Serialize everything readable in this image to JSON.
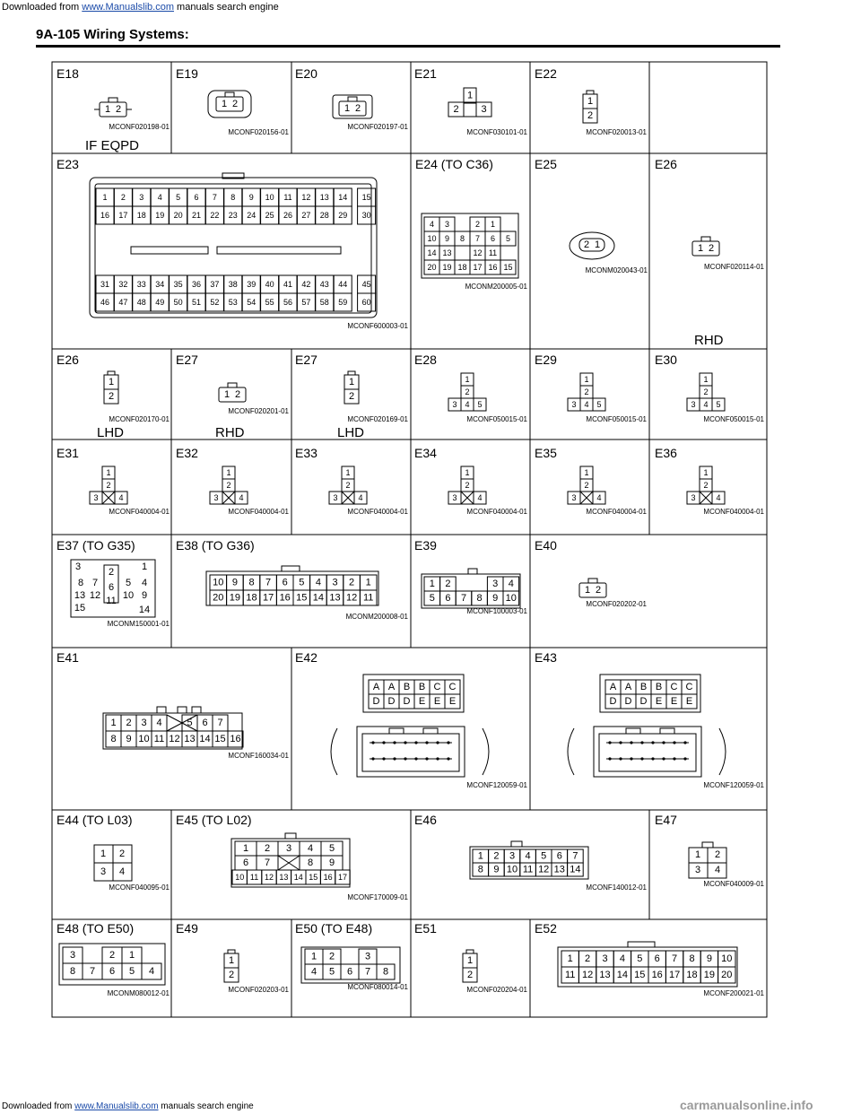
{
  "banner": {
    "prefix": "Downloaded from ",
    "link": "www.Manualslib.com",
    "suffix": " manuals search engine"
  },
  "header": {
    "title": "9A-105   Wiring Systems:"
  },
  "connectors": {
    "E18": {
      "label": "E18",
      "code": "MCONF020198-01",
      "note": "IF EQPD",
      "pins": [
        "1",
        "2"
      ]
    },
    "E19": {
      "label": "E19",
      "code": "MCONF020156-01",
      "pins": [
        "1",
        "2"
      ]
    },
    "E20": {
      "label": "E20",
      "code": "MCONF020197-01",
      "pins": [
        "1",
        "2"
      ]
    },
    "E21": {
      "label": "E21",
      "code": "MCONF030101-01",
      "pins": [
        "1",
        "2",
        "3"
      ]
    },
    "E22": {
      "label": "E22",
      "code": "MCONF020013-01",
      "pins": [
        "1",
        "2"
      ]
    },
    "E23": {
      "label": "E23",
      "code": "MCONF600003-01",
      "rows": [
        [
          "1",
          "2",
          "3",
          "4",
          "5",
          "6",
          "7",
          "8",
          "9",
          "10",
          "11",
          "12",
          "13",
          "14",
          "15"
        ],
        [
          "16",
          "17",
          "18",
          "19",
          "20",
          "21",
          "22",
          "23",
          "24",
          "25",
          "26",
          "27",
          "28",
          "29",
          "30"
        ],
        [
          "31",
          "32",
          "33",
          "34",
          "35",
          "36",
          "37",
          "38",
          "39",
          "40",
          "41",
          "42",
          "43",
          "44",
          "45"
        ],
        [
          "46",
          "47",
          "48",
          "49",
          "50",
          "51",
          "52",
          "53",
          "54",
          "55",
          "56",
          "57",
          "58",
          "59",
          "60"
        ]
      ]
    },
    "E24": {
      "label": "E24 (TO C36)",
      "code": "MCONM200005-01",
      "rows": [
        [
          "4",
          "3",
          "",
          "2",
          "1"
        ],
        [
          "10",
          "9",
          "8",
          "7",
          "6",
          "5"
        ],
        [
          "14",
          "13",
          "",
          "12",
          "11"
        ],
        [
          "20",
          "19",
          "18",
          "17",
          "16",
          "15"
        ]
      ]
    },
    "E25": {
      "label": "E25",
      "code": "MCONM020043-01",
      "pins": [
        "2",
        "1"
      ]
    },
    "E26a": {
      "label": "E26",
      "code": "MCONF020114-01",
      "note": "RHD",
      "pins": [
        "1",
        "2"
      ]
    },
    "E26b": {
      "label": "E26",
      "code": "MCONF020170-01",
      "note": "LHD",
      "pins": [
        "1",
        "2"
      ]
    },
    "E27a": {
      "label": "E27",
      "code": "MCONF020201-01",
      "note": "RHD",
      "pins": [
        "1",
        "2"
      ]
    },
    "E27b": {
      "label": "E27",
      "code": "MCONF020169-01",
      "note": "LHD",
      "pins": [
        "1",
        "2"
      ]
    },
    "E28": {
      "label": "E28",
      "code": "MCONF050015-01",
      "pins": [
        "1",
        "2",
        "3",
        "4",
        "5"
      ]
    },
    "E29": {
      "label": "E29",
      "code": "MCONF050015-01",
      "pins": [
        "1",
        "2",
        "3",
        "4",
        "5"
      ]
    },
    "E30": {
      "label": "E30",
      "code": "MCONF050015-01",
      "pins": [
        "1",
        "2",
        "3",
        "4",
        "5"
      ]
    },
    "E31": {
      "label": "E31",
      "code": "MCONF040004-01",
      "pins": [
        "1",
        "2",
        "3",
        "4"
      ]
    },
    "E32": {
      "label": "E32",
      "code": "MCONF040004-01",
      "pins": [
        "1",
        "2",
        "3",
        "4"
      ]
    },
    "E33": {
      "label": "E33",
      "code": "MCONF040004-01",
      "pins": [
        "1",
        "2",
        "3",
        "4"
      ]
    },
    "E34": {
      "label": "E34",
      "code": "MCONF040004-01",
      "pins": [
        "1",
        "2",
        "3",
        "4"
      ]
    },
    "E35": {
      "label": "E35",
      "code": "MCONF040004-01",
      "pins": [
        "1",
        "2",
        "3",
        "4"
      ]
    },
    "E36": {
      "label": "E36",
      "code": "MCONF040004-01",
      "pins": [
        "1",
        "2",
        "3",
        "4"
      ]
    },
    "E37": {
      "label": "E37 (TO G35)",
      "code": "MCONM150001-01",
      "pins": [
        "3",
        "2",
        "1",
        "8",
        "7",
        "6",
        "5",
        "4",
        "13",
        "12",
        "11",
        "10",
        "9",
        "15",
        "14"
      ]
    },
    "E38": {
      "label": "E38 (TO G36)",
      "code": "MCONM200008-01",
      "rows": [
        [
          "10",
          "9",
          "8",
          "7",
          "6",
          "5",
          "4",
          "3",
          "2",
          "1"
        ],
        [
          "20",
          "19",
          "18",
          "17",
          "16",
          "15",
          "14",
          "13",
          "12",
          "11"
        ]
      ]
    },
    "E39": {
      "label": "E39",
      "code": "MCONF100003-01",
      "rows": [
        [
          "1",
          "2",
          "",
          "",
          "3",
          "4"
        ],
        [
          "5",
          "6",
          "7",
          "8",
          "9",
          "10"
        ]
      ]
    },
    "E40": {
      "label": "E40",
      "code": "MCONF020202-01",
      "pins": [
        "1",
        "2"
      ]
    },
    "E41": {
      "label": "E41",
      "code": "MCONF160034-01",
      "rows": [
        [
          "1",
          "2",
          "3",
          "4",
          "",
          "5",
          "6",
          "7"
        ],
        [
          "8",
          "9",
          "10",
          "11",
          "12",
          "13",
          "14",
          "15",
          "16"
        ]
      ]
    },
    "E42": {
      "label": "E42",
      "code": "MCONF120059-01",
      "rows": [
        [
          "A",
          "A",
          "B",
          "B",
          "C",
          "C"
        ],
        [
          "D",
          "D",
          "D",
          "E",
          "E",
          "E"
        ]
      ]
    },
    "E43": {
      "label": "E43",
      "code": "MCONF120059-01",
      "rows": [
        [
          "A",
          "A",
          "B",
          "B",
          "C",
          "C"
        ],
        [
          "D",
          "D",
          "D",
          "E",
          "E",
          "E"
        ]
      ]
    },
    "E44": {
      "label": "E44 (TO L03)",
      "code": "MCONF040095-01",
      "pins": [
        "1",
        "2",
        "3",
        "4"
      ]
    },
    "E45": {
      "label": "E45 (TO L02)",
      "code": "MCONF170009-01",
      "rows": [
        [
          "1",
          "2",
          "3",
          "4",
          "5"
        ],
        [
          "6",
          "7",
          "",
          "8",
          "9"
        ],
        [
          "10",
          "11",
          "12",
          "13",
          "14",
          "15",
          "16",
          "17"
        ]
      ]
    },
    "E46": {
      "label": "E46",
      "code": "MCONF140012-01",
      "rows": [
        [
          "1",
          "2",
          "3",
          "4",
          "5",
          "6",
          "7"
        ],
        [
          "8",
          "9",
          "10",
          "11",
          "12",
          "13",
          "14"
        ]
      ]
    },
    "E47": {
      "label": "E47",
      "code": "MCONF040009-01",
      "pins": [
        "1",
        "2",
        "3",
        "4"
      ]
    },
    "E48": {
      "label": "E48 (TO E50)",
      "code": "MCONM080012-01",
      "rows": [
        [
          "3",
          "",
          "2",
          "1"
        ],
        [
          "8",
          "7",
          "6",
          "5",
          "4"
        ]
      ]
    },
    "E49": {
      "label": "E49",
      "code": "MCONF020203-01",
      "pins": [
        "1",
        "2"
      ]
    },
    "E50": {
      "label": "E50 (TO E48)",
      "code": "MCONF080014-01",
      "rows": [
        [
          "1",
          "2",
          "",
          "3"
        ],
        [
          "4",
          "5",
          "6",
          "7",
          "8"
        ]
      ]
    },
    "E51": {
      "label": "E51",
      "code": "MCONF020204-01",
      "pins": [
        "1",
        "2"
      ]
    },
    "E52": {
      "label": "E52",
      "code": "MCONF200021-01",
      "rows": [
        [
          "1",
          "2",
          "3",
          "4",
          "5",
          "6",
          "7",
          "8",
          "9",
          "10"
        ],
        [
          "11",
          "12",
          "13",
          "14",
          "15",
          "16",
          "17",
          "18",
          "19",
          "20"
        ]
      ]
    }
  },
  "footer": {
    "prefix": "Downloaded from ",
    "link": "www.Manualslib.com",
    "suffix": " manuals search engine"
  },
  "watermark": "carmanualsonline.info"
}
